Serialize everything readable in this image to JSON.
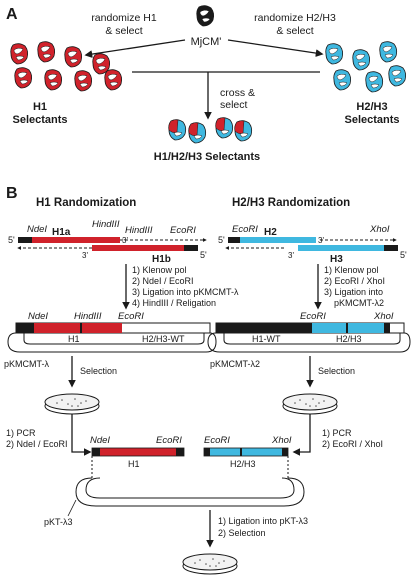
{
  "panel_a": {
    "letter": "A",
    "center_label": "MjCM'",
    "left_arrow_line1": "randomize H1",
    "left_arrow_line2": "& select",
    "right_arrow_line1": "randomize H2/H3",
    "right_arrow_line2": "& select",
    "h1_line1": "H1",
    "h1_line2": "Selectants",
    "h23_line1": "H2/H3",
    "h23_line2": "Selectants",
    "cross_line1": "cross &",
    "cross_line2": "select",
    "h123": "H1/H2/H3 Selectants"
  },
  "panel_b": {
    "letter": "B",
    "title_left": "H1 Randomization",
    "title_right": "H2/H3 Randomization",
    "ndei": "NdeI",
    "hindiii": "HindIII",
    "ecori": "EcoRI",
    "xhoi": "XhoI",
    "five_prime": "5'",
    "three_prime": "3'",
    "h1a": "H1a",
    "h1b": "H1b",
    "h2": "H2",
    "h3": "H3",
    "left_steps": [
      "1) Klenow pol",
      "2) NdeI / EcoRI",
      "3) Ligation into pKMCMT-λ",
      "4) HindIII / Religation"
    ],
    "right_steps": [
      "1) Klenow pol",
      "2) EcoRI / XhoI",
      "3) Ligation into",
      "pKMCMT-λ2"
    ],
    "plasmid_left_h1": "H1",
    "plasmid_left_wt": "H2/H3-WT",
    "plasmid_left_name": "pKMCMT-λ",
    "plasmid_right_wt": "H1-WT",
    "plasmid_right_h23": "H2/H3",
    "plasmid_right_name": "pKMCMT-λ2",
    "selection": "Selection",
    "left_pcr": [
      "1) PCR",
      "2) NdeI / EcoRI"
    ],
    "right_pcr": [
      "1) PCR",
      "2) EcoRI / XhoI"
    ],
    "final_h1": "H1",
    "final_h23": "H2/H3",
    "final_name": "pKT-λ3",
    "final_steps": [
      "1) Ligation into pKT-λ3",
      "2) Selection"
    ]
  },
  "colors": {
    "red": "#d0222b",
    "blue": "#3fb8e0",
    "dark": "#1a1a1a"
  }
}
